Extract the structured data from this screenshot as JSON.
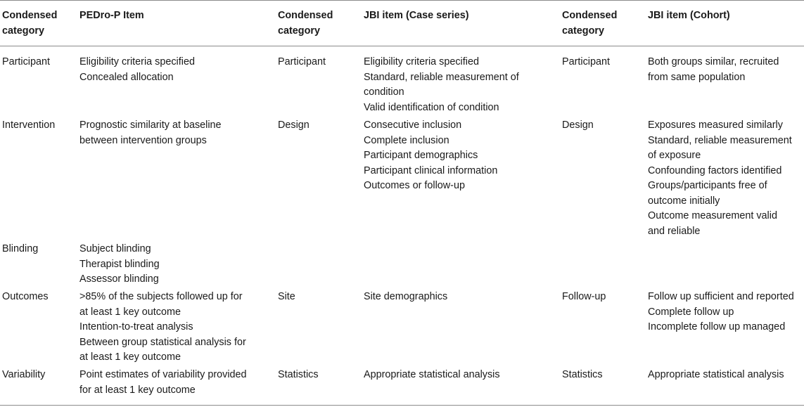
{
  "headers": [
    [
      "Condensed",
      "category"
    ],
    [
      "PEDro-P Item"
    ],
    [
      "Condensed",
      "category"
    ],
    [
      "JBI item (Case series)"
    ],
    [
      "Condensed",
      "category"
    ],
    [
      "JBI item (Cohort)"
    ]
  ],
  "rows": [
    {
      "cells": [
        [
          "Participant"
        ],
        [
          "Eligibility criteria specified",
          "Concealed allocation"
        ],
        [
          "Participant"
        ],
        [
          "Eligibility criteria specified",
          "Standard, reliable measurement of",
          "condition",
          "Valid identification of condition"
        ],
        [
          "Participant"
        ],
        [
          "Both groups similar, recruited",
          "from same population"
        ]
      ]
    },
    {
      "cells": [
        [
          "Intervention"
        ],
        [
          "Prognostic similarity at baseline",
          "between intervention groups"
        ],
        [
          "Design"
        ],
        [
          "Consecutive inclusion",
          "Complete inclusion",
          "Participant demographics",
          "Participant clinical information",
          "Outcomes or follow-up"
        ],
        [
          "Design"
        ],
        [
          "Exposures measured similarly",
          "Standard, reliable measurement",
          "of exposure",
          "Confounding factors identified",
          "Groups/participants free of",
          "outcome initially",
          "Outcome measurement valid",
          "and reliable"
        ]
      ]
    },
    {
      "cells": [
        [
          "Blinding"
        ],
        [
          "Subject blinding",
          "Therapist blinding",
          "Assessor blinding"
        ],
        [],
        [],
        [],
        []
      ]
    },
    {
      "cells": [
        [
          "Outcomes"
        ],
        [
          ">85% of the subjects followed up for",
          "at least 1 key outcome",
          "Intention-to-treat analysis",
          "Between group statistical analysis for",
          "at least 1 key outcome"
        ],
        [
          "Site"
        ],
        [
          "Site demographics"
        ],
        [
          "Follow-up"
        ],
        [
          "Follow up sufficient and reported",
          "Complete follow up",
          "Incomplete follow up managed"
        ]
      ]
    },
    {
      "cells": [
        [
          "Variability"
        ],
        [
          "Point estimates of variability provided",
          "for at least 1 key outcome"
        ],
        [
          "Statistics"
        ],
        [
          "Appropriate statistical analysis"
        ],
        [
          "Statistics"
        ],
        [
          "Appropriate statistical analysis"
        ]
      ]
    }
  ]
}
